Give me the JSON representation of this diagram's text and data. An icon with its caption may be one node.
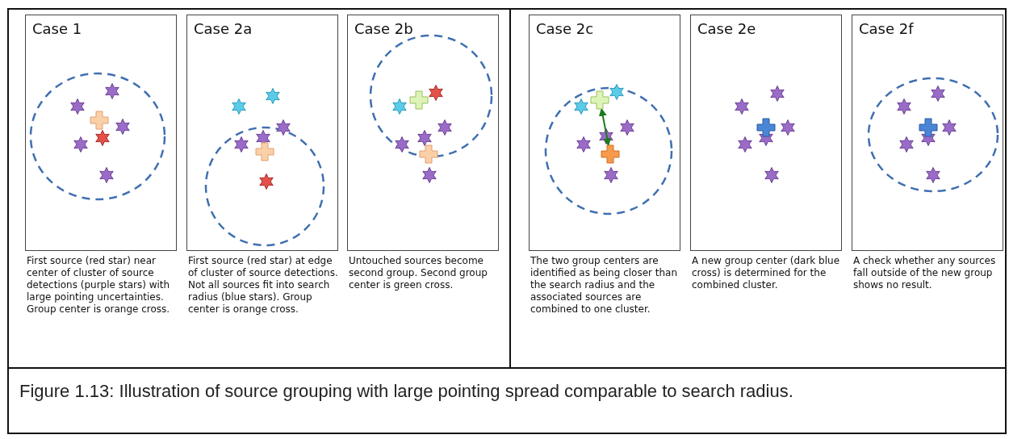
{
  "diagram": {
    "caption": "Figure 1.13: Illustration of source grouping with large pointing spread comparable to search radius.",
    "nodes": [
      {
        "text": [
          "Case 1"
        ],
        "beside": [
          "First source (red star) near center of cluster of source detections (purple stars) with large pointing uncertainties. Group center is orange cross."
        ]
      },
      {
        "text": [
          "Case 2a"
        ],
        "beside": [
          "First source (red star) at edge of cluster of source detections. Not all sources fit into search radius (blue stars). Group center is orange cross."
        ]
      },
      {
        "text": [
          "Case 2b"
        ],
        "beside": [
          "Untouched sources become second group. Second group center is green cross."
        ]
      },
      {
        "text": [
          "Case 2c"
        ],
        "beside": [
          "The two group centers are identified as being closer than the search radius and the associated sources are combined to one cluster."
        ]
      },
      {
        "text": [],
        "shape": "cross",
        "in": 3
      },
      {
        "text": [],
        "shape": "cross",
        "in": 3
      },
      {
        "text": [
          "Case 2e"
        ],
        "beside": [
          "A new group center (dark blue cross) is determined for the combined cluster."
        ]
      },
      {
        "text": [
          "Case 2f"
        ],
        "beside": [
          "A check whether any sources fall outside of the new group shows no result."
        ]
      }
    ],
    "edges": [
      {
        "from": 4,
        "to": 5,
        "arrow": "both"
      }
    ]
  }
}
